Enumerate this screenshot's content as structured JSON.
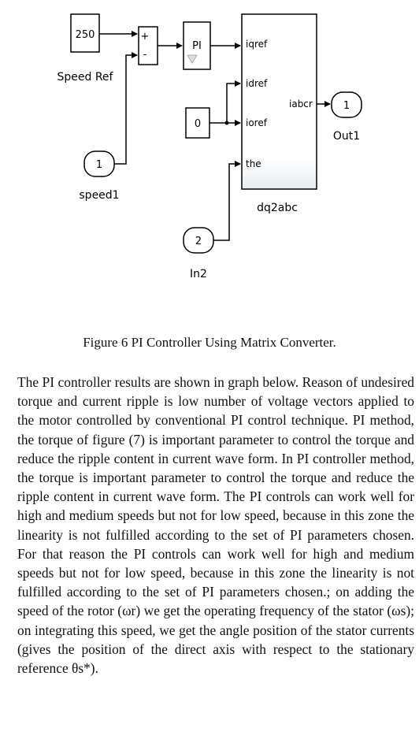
{
  "diagram": {
    "constant_speed_value": "250",
    "constant_speed_label": "Speed Ref",
    "sum_plus": "+",
    "sum_minus": "-",
    "pi_label": "PI",
    "constant_zero_value": "0",
    "inport_speed_number": "1",
    "inport_speed_label": "speed1",
    "inport_theta_number": "2",
    "inport_theta_label": "In2",
    "subsystem_label": "dq2abc",
    "subsystem_ports": {
      "iqref": "iqref",
      "idref": "idref",
      "ioref": "ioref",
      "the": "the",
      "iabcr": "iabcr"
    },
    "outport_number": "1",
    "outport_label": "Out1"
  },
  "caption": "Figure 6  PI Controller Using Matrix Converter.",
  "paragraph": "The PI controller results are shown in graph below. Reason of undesired torque and current ripple is low number of voltage vectors applied to the motor controlled by conventional PI control technique.  PI method, the torque of figure (7) is important parameter to control the torque and reduce the ripple content in current wave form. In PI controller method, the torque is important parameter to control the torque and reduce the ripple content in current wave form. The PI controls can work well for high and medium speeds but not for low speed, because in this zone the linearity is not fulfilled according to the set of PI parameters chosen. For that reason the PI controls can work well for high and medium speeds but not for low speed, because in this zone the linearity is not fulfilled according to the set of PI parameters chosen.; on adding the speed of the rotor (ωr) we get the operating frequency of the stator (ωs); on integrating this speed, we get the angle position of the stator currents (gives the position of the direct axis with respect to the stationary reference θs*)."
}
